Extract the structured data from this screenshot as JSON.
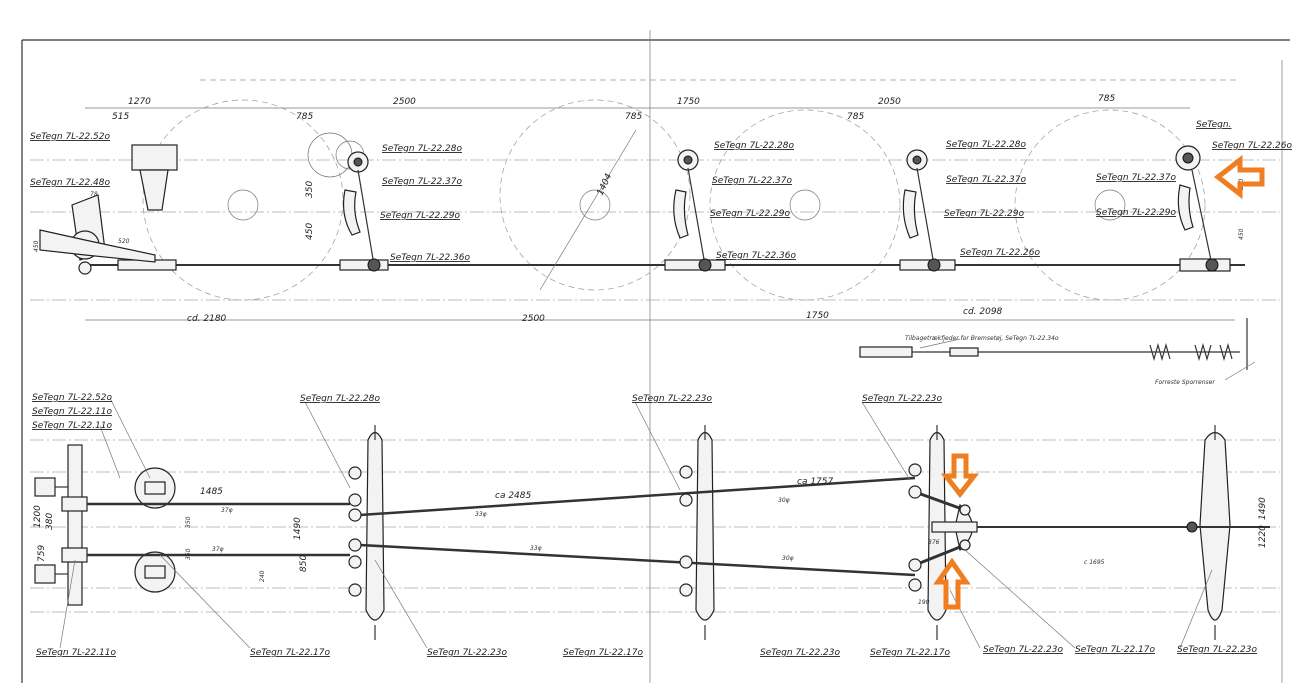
{
  "drawing": {
    "top_view": {
      "dimensions": [
        "1270",
        "515",
        "2500",
        "785",
        "785",
        "1750",
        "2050",
        "785",
        "785",
        "1404",
        "350",
        "450",
        "cd. 2180",
        "2500",
        "1750",
        "cd. 2098",
        "450",
        "520",
        "78",
        "190",
        "450"
      ],
      "callouts": [
        "SeTegn 7L-22.52o",
        "SeTegn 7L-22.48o",
        "SeTegn 7L-22.28o",
        "SeTegn 7L-22.37o",
        "SeTegn 7L-22.29o",
        "SeTegn 7L-22.36o",
        "SeTegn 7L-22.28o",
        "SeTegn 7L-22.37o",
        "SeTegn 7L-22.29o",
        "SeTegn 7L-22.36o",
        "SeTegn 7L-22.28o",
        "SeTegn 7L-22.37o",
        "SeTegn 7L-22.29o",
        "SeTegn 7L-22.26o",
        "SeTegn.",
        "SeTegn 7L-22.26o",
        "SeTegn 7L-22.37o",
        "SeTegn 7L-22.29o"
      ],
      "spring_note": "Tilbagetrækfjeder for Bremsetøj, SeTegn 7L-22.34o",
      "sporrenser_note": "Forreste Sporrenser"
    },
    "plan_view": {
      "callouts": [
        "SeTegn 7L-22.52o",
        "SeTegn 7L-22.11o",
        "SeTegn 7L-22.11o",
        "SeTegn 7L-22.28o",
        "SeTegn 7L-22.23o",
        "SeTegn 7L-22.23o",
        "SeTegn 7L-22.11o",
        "SeTegn 7L-22.17o",
        "SeTegn 7L-22.23o",
        "SeTegn 7L-22.17o",
        "SeTegn 7L-22.23o",
        "SeTegn 7L-22.17o",
        "SeTegn 7L-22.23o",
        "SeTegn 7L-22.17o",
        "SeTegn 7L-22.23o"
      ],
      "dimensions": [
        "1485",
        "ca 2485",
        "ca 1757",
        "37φ",
        "33φ",
        "30φ",
        "37φ",
        "33φ",
        "30φ",
        "1200",
        "380",
        "759",
        "1490",
        "850",
        "240",
        "c 1695",
        "1490",
        "1220",
        "350",
        "376",
        "190",
        "350"
      ]
    },
    "highlight_color": "#ef7d22"
  }
}
